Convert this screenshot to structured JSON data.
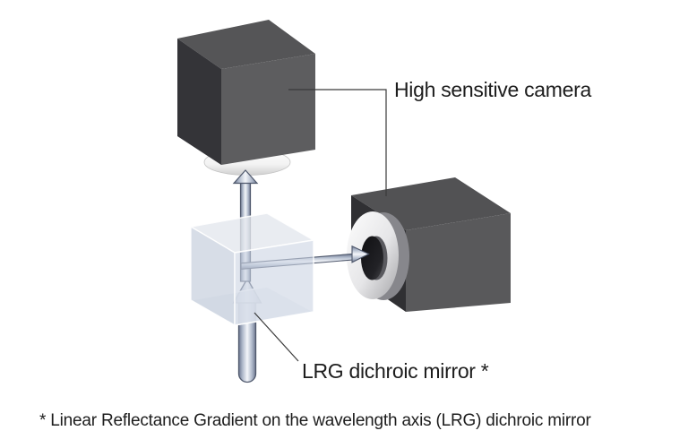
{
  "diagram": {
    "title_hint": "Dual-camera optical path with LRG dichroic mirror",
    "labels": {
      "camera": "High sensitive camera",
      "mirror": "LRG dichroic mirror *"
    },
    "footnote": "* Linear Reflectance Gradient on the wavelength axis (LRG) dichroic mirror",
    "components": [
      {
        "name": "top-camera",
        "type": "camera-body-with-lens"
      },
      {
        "name": "side-camera",
        "type": "camera-body-with-ring-lens"
      },
      {
        "name": "dichroic-mirror-cube",
        "type": "translucent-beamsplitter-cube"
      },
      {
        "name": "incoming-beam-arrow",
        "direction": "up"
      },
      {
        "name": "transmitted-beam-arrow",
        "direction": "up"
      },
      {
        "name": "reflected-beam-arrow",
        "direction": "right"
      }
    ],
    "colors": {
      "background": "#ffffff",
      "camera_front": "#5d5d5f",
      "camera_top": "#555557",
      "camera_left": "#343438",
      "mirror_front": "#cbd3e2",
      "mirror_left": "#bfc8d8",
      "mirror_top": "#e3e7ee",
      "mirror_bottom": "#f0f2f7",
      "arrow_outline": "#4f586c",
      "arrow_fill": "#f4f6fa",
      "connector_line": "#3a3a3a",
      "text": "#1d1d1d"
    }
  }
}
